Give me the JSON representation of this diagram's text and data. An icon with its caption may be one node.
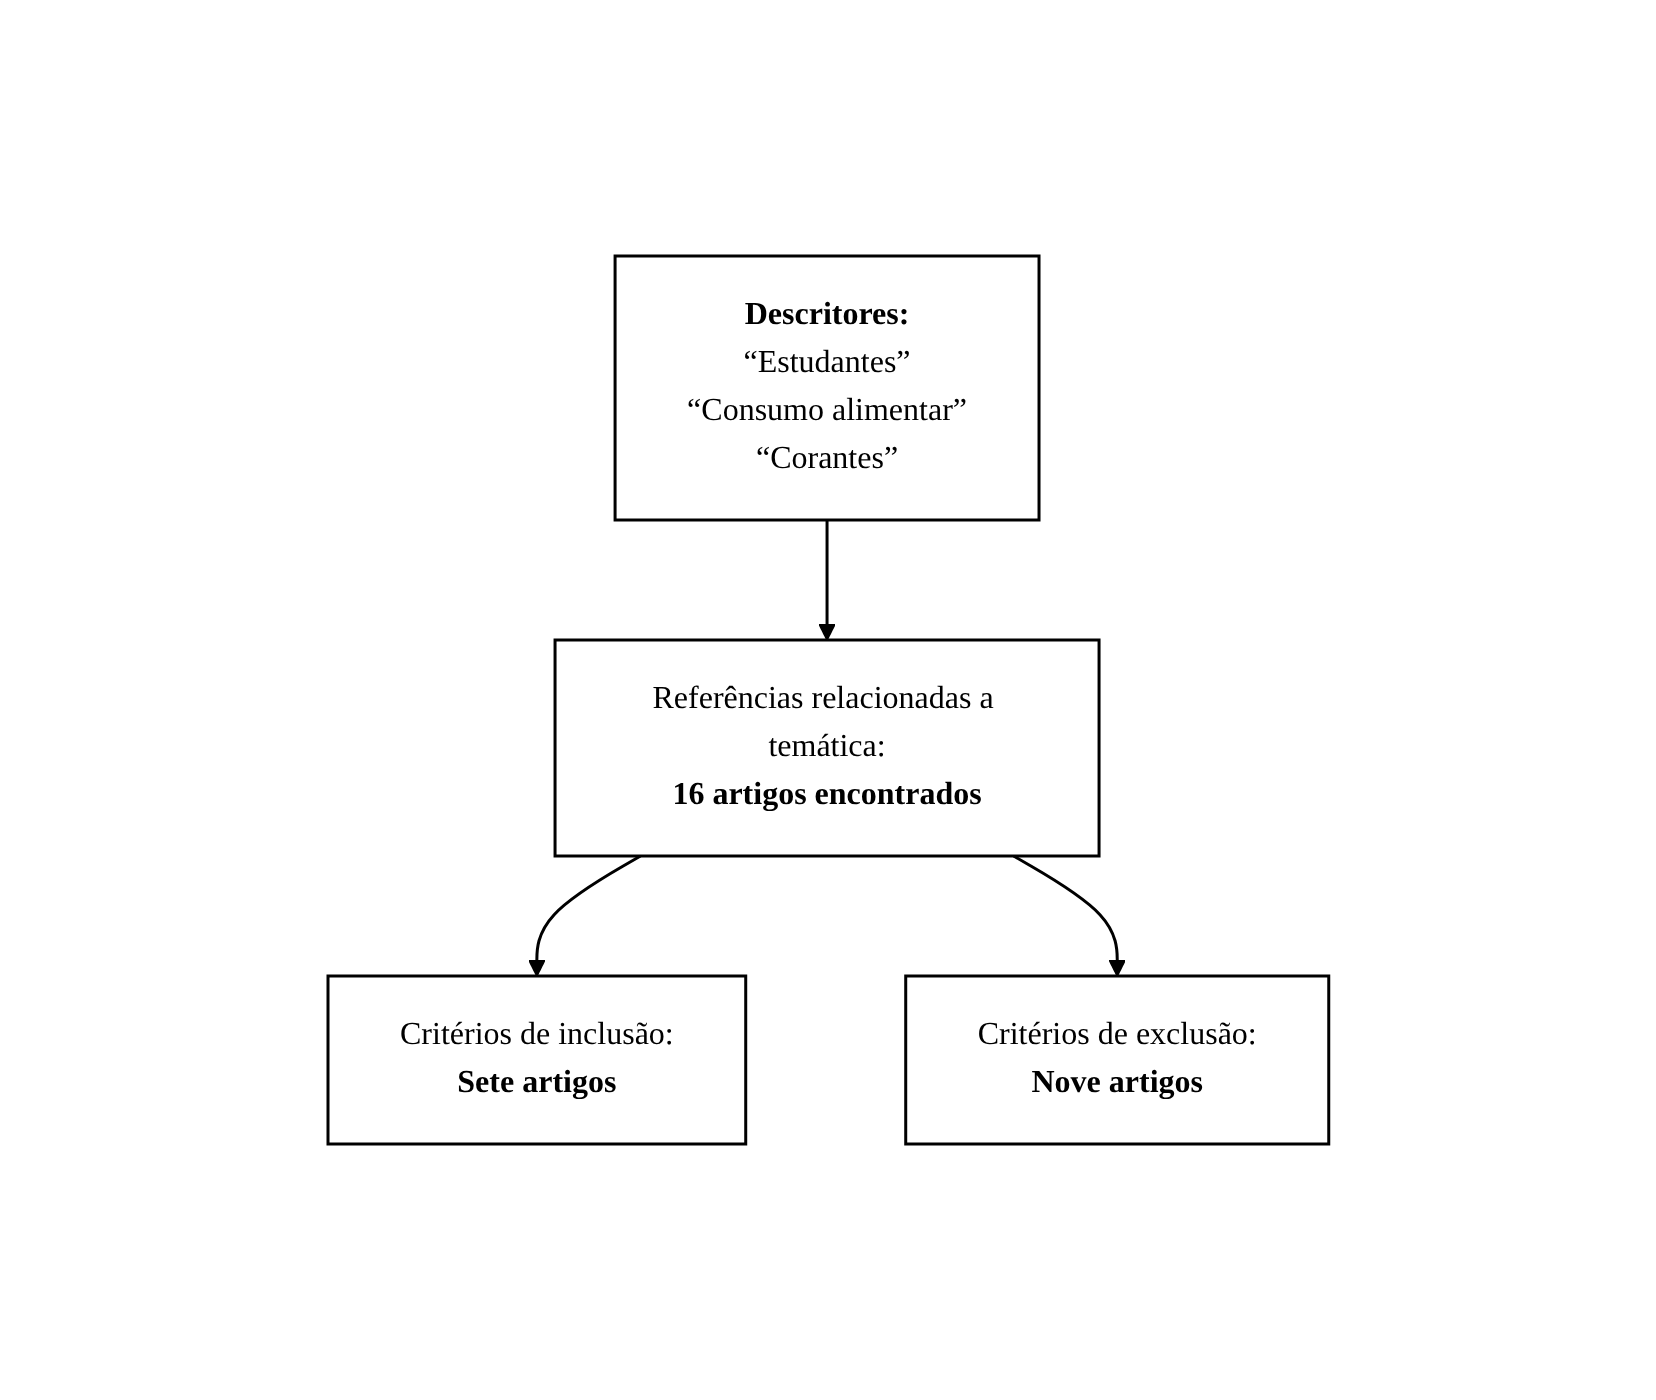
{
  "diagram": {
    "nodes": [
      {
        "text": [
          "Descritores:",
          "“Estudantes”",
          "“Consumo alimentar”",
          "“Corantes”"
        ]
      },
      {
        "text": [
          "Referências relacionadas a temática:",
          "16 artigos encontrados"
        ]
      },
      {
        "text": [
          "Critérios de inclusão:",
          "Sete artigos"
        ]
      },
      {
        "text": [
          "Critérios de exclusão:",
          "Nove artigos"
        ]
      }
    ],
    "edges": [
      {
        "from": 0,
        "to": 1,
        "arrow": "to"
      },
      {
        "from": 1,
        "to": 2,
        "arrow": "to"
      },
      {
        "from": 1,
        "to": 3,
        "arrow": "to"
      }
    ]
  }
}
